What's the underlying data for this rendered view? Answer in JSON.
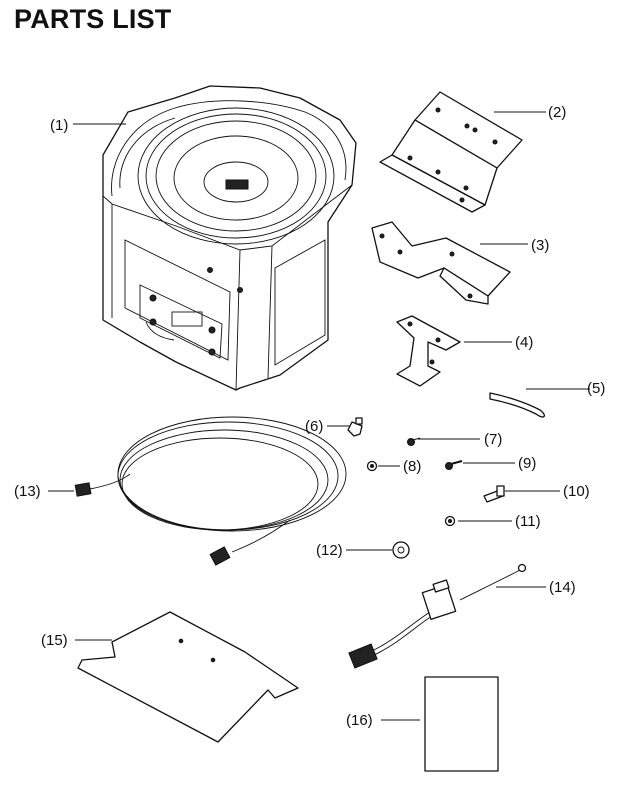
{
  "title": "PARTS LIST",
  "parts": [
    {
      "label": "(1)"
    },
    {
      "label": "(2)"
    },
    {
      "label": "(3)"
    },
    {
      "label": "(4)"
    },
    {
      "label": "(5)"
    },
    {
      "label": "(6)"
    },
    {
      "label": "(7)"
    },
    {
      "label": "(8)"
    },
    {
      "label": "(9)"
    },
    {
      "label": "(10)"
    },
    {
      "label": "(11)"
    },
    {
      "label": "(12)"
    },
    {
      "label": "(13)"
    },
    {
      "label": "(14)"
    },
    {
      "label": "(15)"
    },
    {
      "label": "(16)"
    }
  ]
}
